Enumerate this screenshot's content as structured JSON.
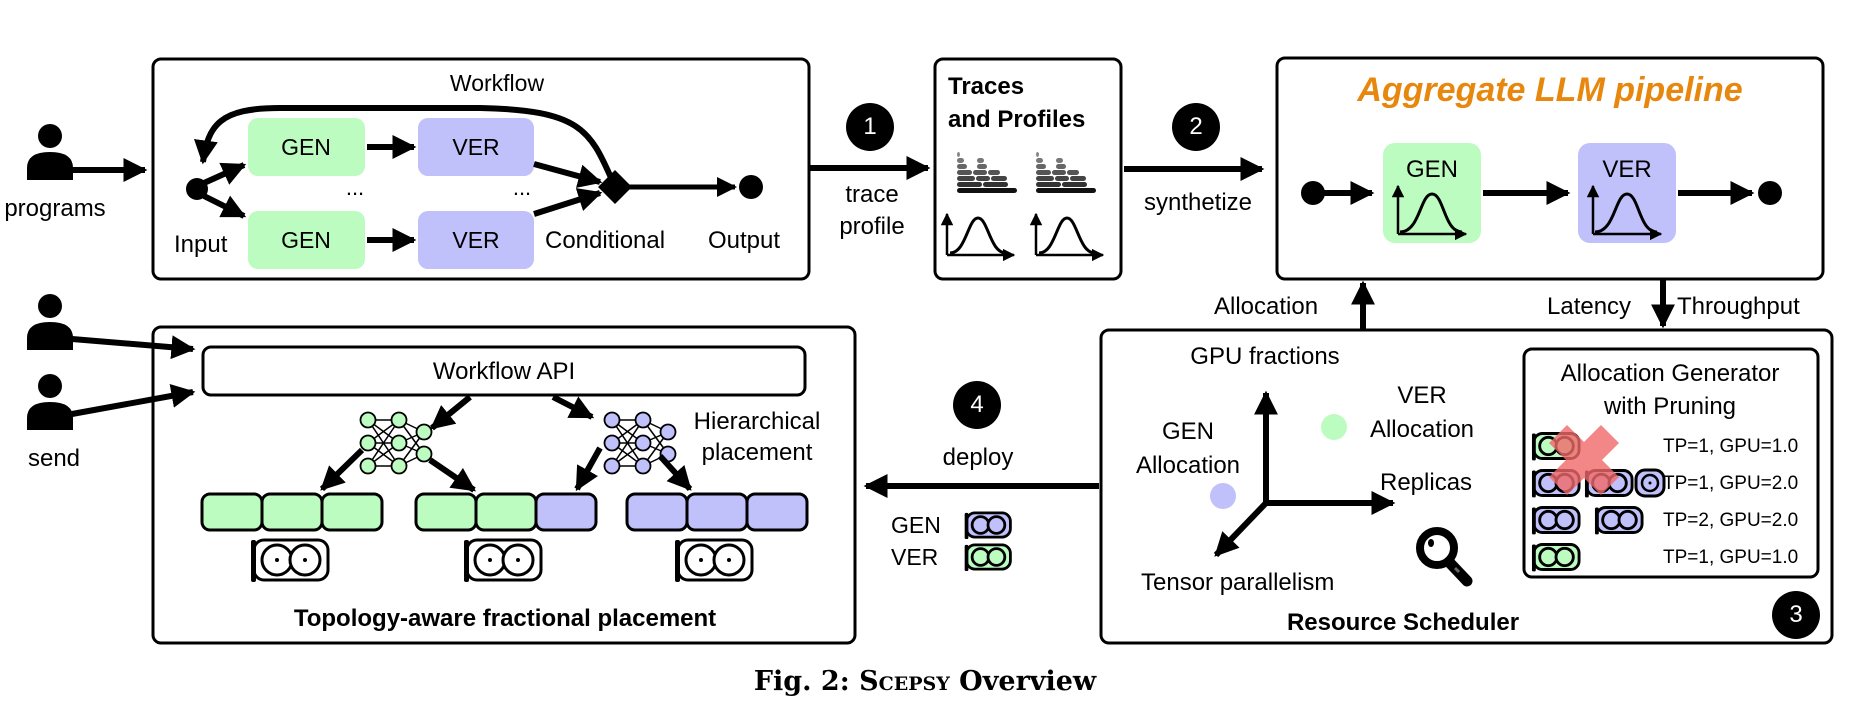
{
  "workflow": {
    "title": "Workflow",
    "user_label": "programs",
    "input_label": "Input",
    "conditional_label": "Conditional",
    "output_label": "Output",
    "nodes": [
      {
        "label": "GEN",
        "type": "gen"
      },
      {
        "label": "VER",
        "type": "ver"
      },
      {
        "label": "GEN",
        "type": "gen"
      },
      {
        "label": "VER",
        "type": "ver"
      }
    ],
    "ellipsis": "..."
  },
  "steps": [
    {
      "number": "1",
      "label_lines": [
        "trace",
        "profile"
      ]
    },
    {
      "number": "2",
      "label_lines": [
        "synthetize"
      ]
    },
    {
      "number": "3"
    },
    {
      "number": "4",
      "label_lines": [
        "deploy"
      ]
    }
  ],
  "traces": {
    "title_lines": [
      "Traces",
      "and Profiles"
    ]
  },
  "aggregate": {
    "title": "Aggregate LLM pipeline",
    "nodes": [
      {
        "label": "GEN",
        "type": "gen"
      },
      {
        "label": "VER",
        "type": "ver"
      }
    ]
  },
  "links": {
    "allocation": "Allocation",
    "latency": "Latency",
    "throughput": "Throughput"
  },
  "scheduler": {
    "title": "Resource Scheduler",
    "axis_y": "GPU fractions",
    "axis_x": "Replicas",
    "axis_z": "Tensor parallelism",
    "gen_allocation_lines": [
      "GEN",
      "Allocation"
    ],
    "ver_allocation_lines": [
      "VER",
      "Allocation"
    ],
    "search_icon": "magnifier-icon",
    "generator": {
      "title_lines": [
        "Allocation Generator",
        "with Pruning"
      ],
      "rows": [
        {
          "config": "TP=1, GPU=1.0",
          "type": "gen",
          "pruned": true
        },
        {
          "config": "TP=1, GPU=2.0",
          "type": "ver",
          "pruned": true
        },
        {
          "config": "TP=2, GPU=2.0",
          "type": "ver",
          "pruned": false
        },
        {
          "config": "TP=1, GPU=1.0",
          "type": "gen",
          "pruned": false
        }
      ]
    }
  },
  "deploy": {
    "rows": [
      {
        "label": "GEN",
        "type": "gen"
      },
      {
        "label": "VER",
        "type": "ver"
      }
    ]
  },
  "placement": {
    "title": "Topology-aware fractional placement",
    "api_label": "Workflow API",
    "user_label": "send",
    "hierarchical_lines": [
      "Hierarchical",
      "placement"
    ]
  },
  "caption": {
    "prefix": "Fig. 2: ",
    "system": "Scepsy",
    "suffix": " Overview"
  },
  "colors": {
    "gen": "#bdfcc0",
    "ver": "#c0c0fb",
    "accent": "#e8870e",
    "prune": "#f06868"
  }
}
